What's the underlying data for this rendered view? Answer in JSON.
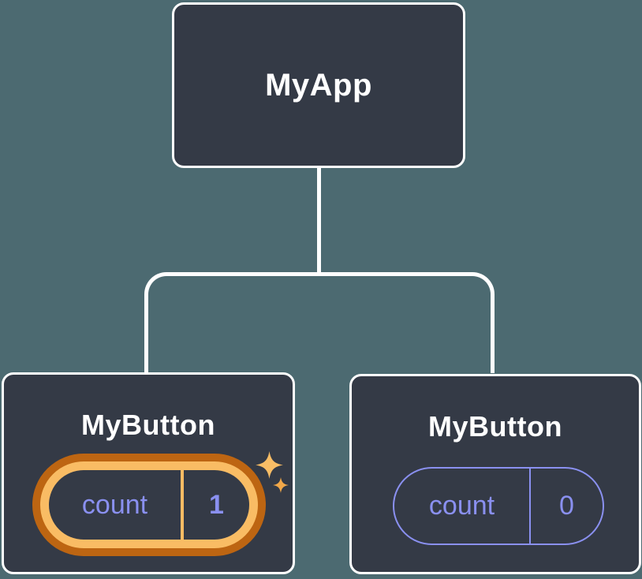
{
  "colors": {
    "background": "#4C6A71",
    "card": "#343A46",
    "card-border": "#FFFFFF",
    "connector": "#FFFFFF",
    "purple": "#8A90F0",
    "gold": "#F9BC64",
    "orange": "#BD6512",
    "sparkle-large": "#F8BD66",
    "sparkle-small": "#F2A849",
    "title-text": "#FFFFFF"
  },
  "tree": {
    "root": {
      "label": "MyApp"
    },
    "children": [
      {
        "label": "MyButton",
        "state_name": "count",
        "state_value": "1",
        "highlighted": true
      },
      {
        "label": "MyButton",
        "state_name": "count",
        "state_value": "0",
        "highlighted": false
      }
    ]
  }
}
